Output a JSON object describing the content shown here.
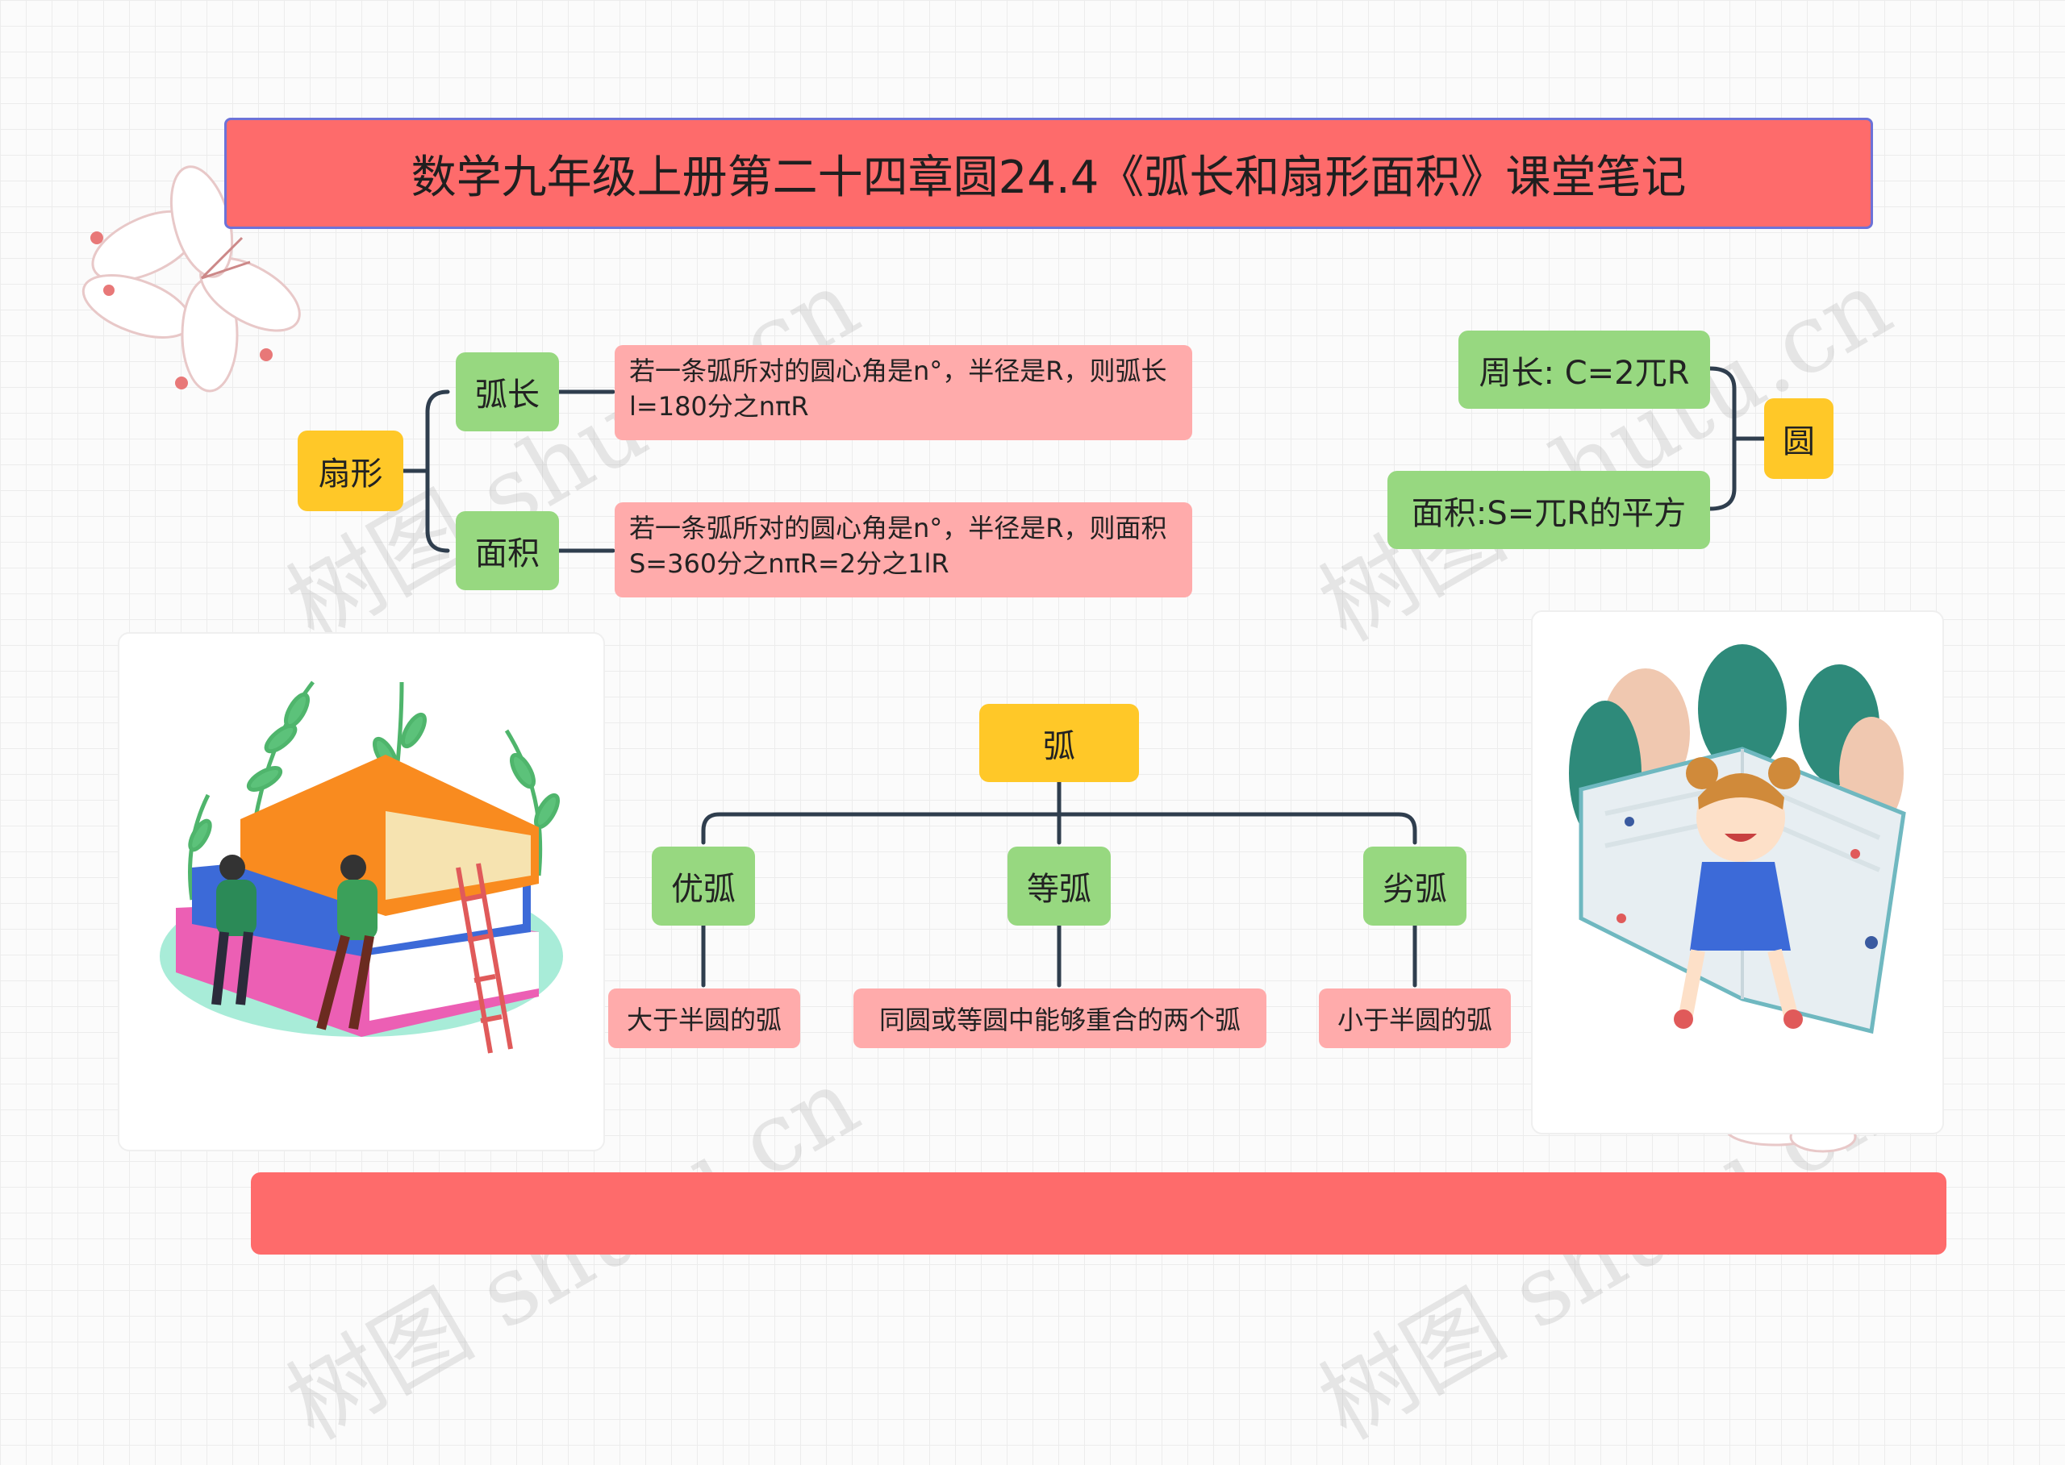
{
  "title": "数学九年级上册第二十四章圆24.4《弧长和扇形面积》课堂笔记",
  "sector": {
    "root": "扇形",
    "arc_length": {
      "label": "弧长",
      "text": "若一条弧所对的圆心角是n°，半径是R，则弧长l=180分之nπR"
    },
    "area": {
      "label": "面积",
      "text": "若一条弧所对的圆心角是n°，半径是R，则面积S=360分之nπR=2分之1lR"
    }
  },
  "circle": {
    "root": "圆",
    "perimeter": "周长: C=2兀R",
    "area": "面积:S=兀R的平方"
  },
  "arc": {
    "root": "弧",
    "major": {
      "label": "优弧",
      "desc": "大于半圆的弧"
    },
    "equal": {
      "label": "等弧",
      "desc": "同圆或等圆中能够重合的两个弧"
    },
    "minor": {
      "label": "劣弧",
      "desc": "小于半圆的弧"
    }
  },
  "watermark": "树图 shutu.cn",
  "colors": {
    "title": "#fe6b6b",
    "yellow": "#ffc828",
    "green": "#97d880",
    "pink": "#ffabab",
    "line": "#2f3e4e"
  }
}
